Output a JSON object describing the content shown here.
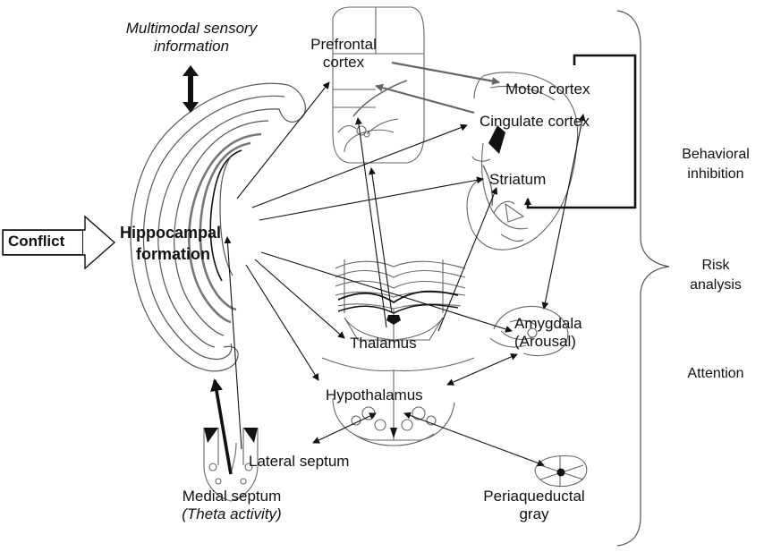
{
  "input": {
    "label": "Conflict"
  },
  "sensory": {
    "line1": "Multimodal sensory",
    "line2": "information"
  },
  "hippocampus": {
    "line1": "Hippocampal",
    "line2": "formation"
  },
  "regions": {
    "prefrontal": {
      "line1": "Prefrontal",
      "line2": "cortex"
    },
    "motor": "Motor cortex",
    "cingulate": "Cingulate cortex",
    "striatum": "Striatum",
    "thalamus": "Thalamus",
    "amygdala": {
      "line1": "Amygdala",
      "line2": "(Arousal)"
    },
    "hypothalamus": "Hypothalamus",
    "lateral_septum": "Lateral septum",
    "medial_septum": {
      "line1": "Medial septum",
      "line2": "(Theta activity)"
    },
    "pag": {
      "line1": "Periaqueductal",
      "line2": "gray"
    }
  },
  "outputs": {
    "behavioral": {
      "line1": "Behavioral",
      "line2": "inhibition"
    },
    "risk": {
      "line1": "Risk",
      "line2": "analysis"
    },
    "attention": "Attention"
  },
  "colors": {
    "ink": "#111111",
    "outline": "#555555",
    "gray_arrow": "#666666"
  }
}
